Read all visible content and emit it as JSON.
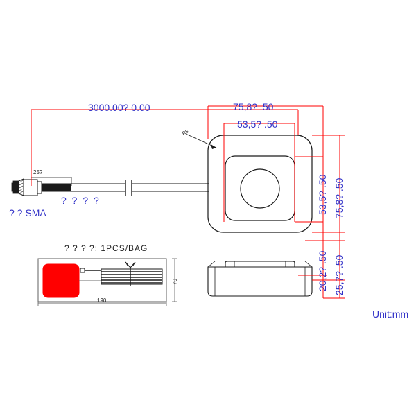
{
  "drawing": {
    "unit_note": "Unit:mm",
    "background_color": "#ffffff",
    "dimension_line_color": "#ff0000",
    "dimension_text_color": "#3232c8",
    "outline_color": "#1a1a1a",
    "product_block_color": "#ff0000"
  },
  "cable_view": {
    "overall_length_dim": "3000.00? 0.00",
    "connector_length_dim": "25?",
    "cable_label": "? ? ? ?",
    "connector_label": "? ? SMA",
    "radius_leader": "R8"
  },
  "antenna_top_view": {
    "outer_width_dim": "75,8? .50",
    "inner_width_dim": "53,5? .50",
    "inner_height_dim": "53,5? .50",
    "outer_height_dim": "75,8? .50"
  },
  "antenna_side_view": {
    "base_height_dim": "20,2? .50",
    "total_height_dim": "25,7? .50"
  },
  "packaging_view": {
    "title": "? ? ? ?: 1PCS/BAG",
    "width_dim": "190",
    "height_dim": "70"
  }
}
